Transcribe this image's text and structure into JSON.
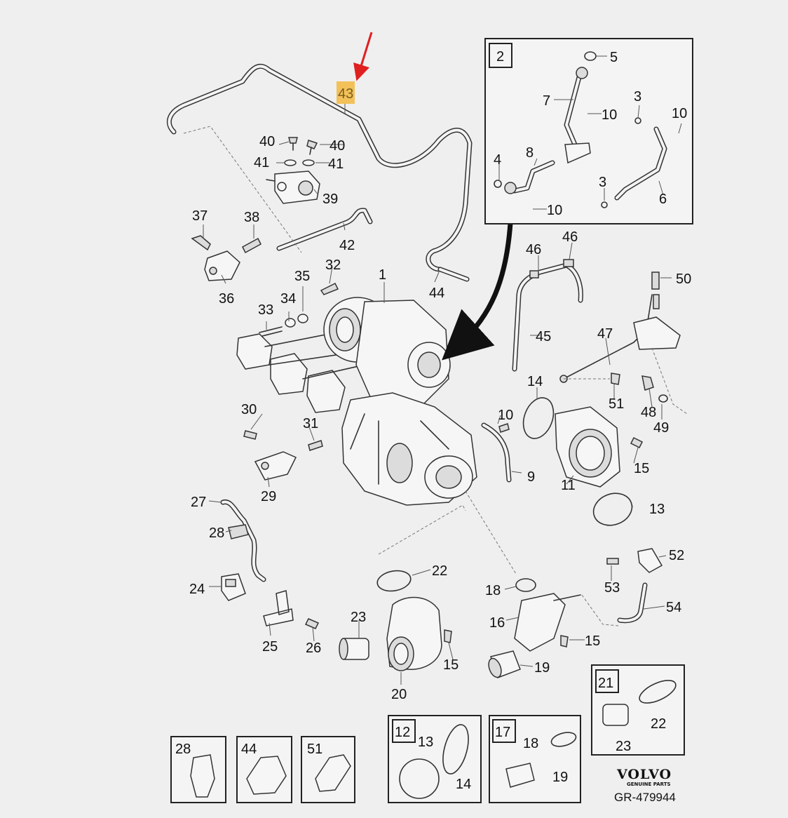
{
  "highlight": {
    "label": "43",
    "color": "#f3c15a",
    "arrow_color": "#e02020"
  },
  "labels": {
    "p1": "1",
    "p9": "9",
    "p10a": "10",
    "p11": "11",
    "p13a": "13",
    "p14a": "14",
    "p15a": "15",
    "p15b": "15",
    "p15c": "15",
    "p16": "16",
    "p18a": "18",
    "p19a": "19",
    "p20": "20",
    "p22a": "22",
    "p23a": "23",
    "p24": "24",
    "p25": "25",
    "p26": "26",
    "p27": "27",
    "p28": "28",
    "p29": "29",
    "p30": "30",
    "p31": "31",
    "p32": "32",
    "p33": "33",
    "p34": "34",
    "p35": "35",
    "p36": "36",
    "p37": "37",
    "p38": "38",
    "p39": "39",
    "p40a": "40",
    "p40b": "40",
    "p41a": "41",
    "p41b": "41",
    "p42": "42",
    "p44": "44",
    "p45": "45",
    "p46a": "46",
    "p46b": "46",
    "p47": "47",
    "p48": "48",
    "p49": "49",
    "p50": "50",
    "p51": "51",
    "p52": "52",
    "p53": "53",
    "p54": "54"
  },
  "inset2": {
    "tag": "2",
    "l3a": "3",
    "l3b": "3",
    "l4": "4",
    "l5": "5",
    "l6": "6",
    "l7": "7",
    "l8": "8",
    "l10a": "10",
    "l10b": "10",
    "l10c": "10"
  },
  "inset21": {
    "tag": "21",
    "l22": "22",
    "l23": "23"
  },
  "inset12": {
    "tag": "12",
    "l13": "13",
    "l14": "14"
  },
  "inset17": {
    "tag": "17",
    "l18": "18",
    "l19": "19"
  },
  "detail_boxes": [
    {
      "tag": "28"
    },
    {
      "tag": "44"
    },
    {
      "tag": "51"
    }
  ],
  "brand": {
    "name": "VOLVO",
    "sub": "GENUINE PARTS",
    "code": "GR-479944"
  },
  "icons": [
    "turbocharger-icon",
    "pipe-icon",
    "bolt-icon",
    "clamp-icon",
    "gasket-icon",
    "bracket-icon"
  ]
}
